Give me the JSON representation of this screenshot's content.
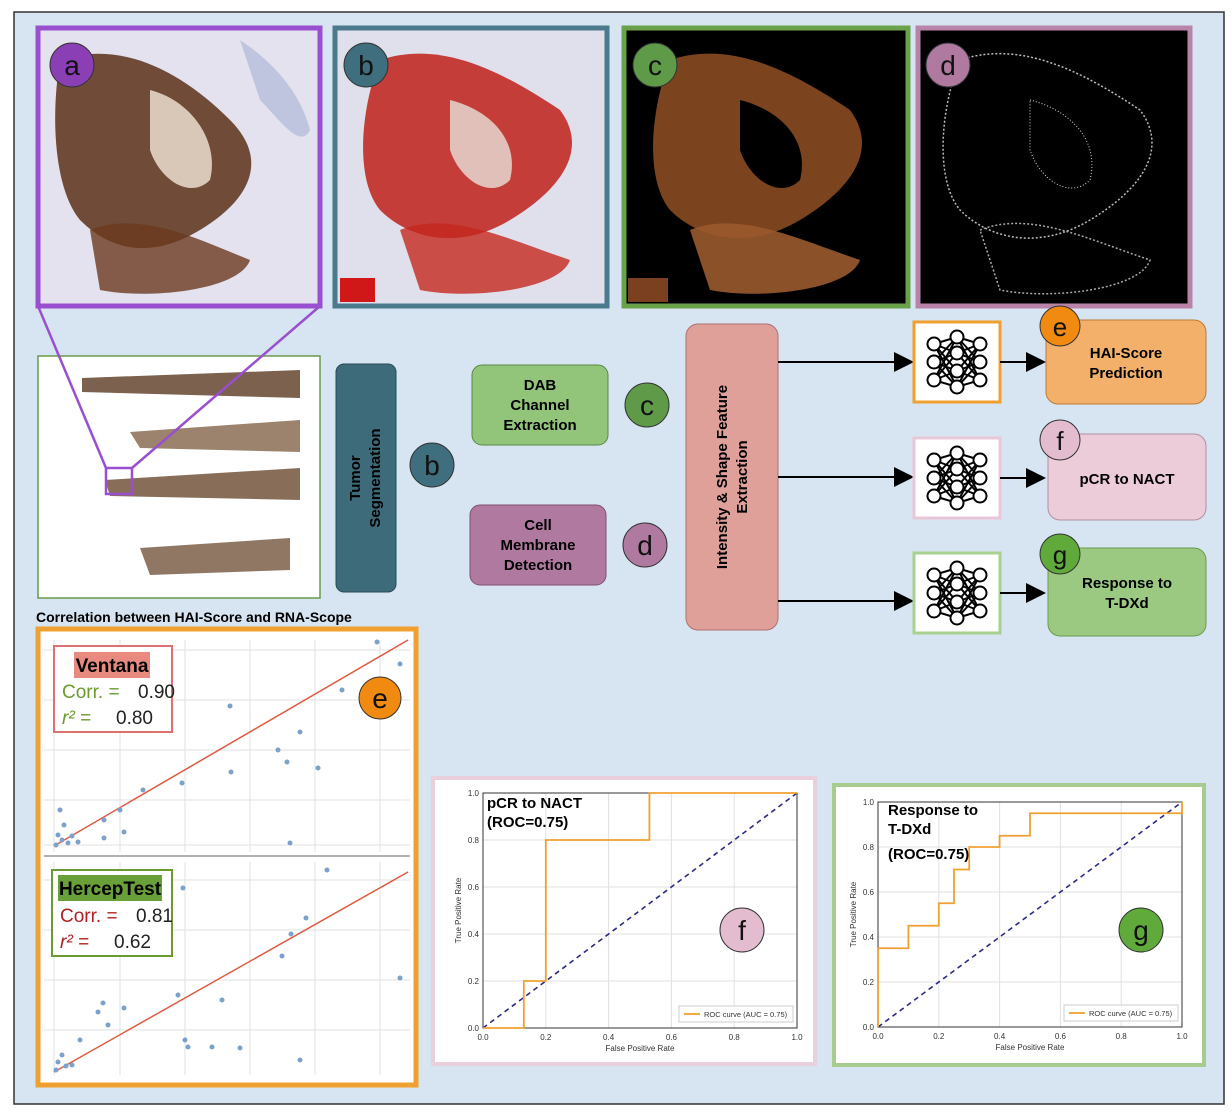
{
  "panel_labels": {
    "a": "a",
    "b": "b",
    "c": "c",
    "d": "d",
    "e": "e",
    "f": "f",
    "g": "g"
  },
  "pipeline": {
    "tumor_segmentation": [
      "Tumor",
      "Segmentation"
    ],
    "dab": [
      "DAB",
      "Channel",
      "Extraction"
    ],
    "cell": [
      "Cell",
      "Membrane",
      "Detection"
    ],
    "feature": [
      "Intensity & Shape Feature",
      "Extraction"
    ],
    "outputs": {
      "hai": [
        "HAI-Score",
        "Prediction"
      ],
      "pcr": [
        "pCR to NACT"
      ],
      "tdxd": [
        "Response to",
        "T-DXd"
      ]
    }
  },
  "correlation": {
    "title": "Correlation between HAI-Score and RNA-Scope",
    "ventana": {
      "name": "Ventana",
      "corr_label": "Corr. = ",
      "corr": "0.90",
      "r2_label": "r² = ",
      "r2": "0.80"
    },
    "hercep": {
      "name": "HercepTest",
      "corr_label": "Corr. = ",
      "corr": "0.81",
      "r2_label": "r² = ",
      "r2": "0.62"
    }
  },
  "roc_f": {
    "title": [
      "pCR  to NACT",
      "(ROC=0.75)"
    ],
    "xlabel": "False Positive Rate",
    "ylabel": "True Positive Rate",
    "legend": "ROC curve (AUC = 0.75)",
    "ticks": [
      "0.0",
      "0.2",
      "0.4",
      "0.6",
      "0.8",
      "1.0"
    ]
  },
  "roc_g": {
    "title": [
      "Response to",
      "T-DXd",
      "(ROC=0.75)"
    ],
    "xlabel": "False Positive Rate",
    "ylabel": "True Positive Rate",
    "legend": "ROC curve (AUC = 0.75)",
    "ticks": [
      "0.0",
      "0.2",
      "0.4",
      "0.6",
      "0.8",
      "1.0"
    ]
  },
  "colors": {
    "a": "#8b4fc0",
    "b": "#3d6b7d",
    "c": "#6b9a4a",
    "d": "#b07aa0",
    "e": "#f0a030",
    "f": "#e8c8d8",
    "g": "#8cbf6a"
  },
  "chart_data": [
    {
      "type": "line",
      "series": [
        {
          "x": [
            0,
            0.13,
            0.13,
            0.2,
            0.2,
            0.53,
            0.53,
            1.0
          ],
          "y": [
            0,
            0,
            0.2,
            0.2,
            0.8,
            0.8,
            1.0,
            1.0
          ]
        }
      ],
      "xlim": [
        0,
        1
      ],
      "ylim": [
        0,
        1
      ]
    },
    {
      "type": "line",
      "series": [
        {
          "x": [
            0,
            0,
            0.1,
            0.1,
            0.2,
            0.2,
            0.25,
            0.25,
            0.3,
            0.3,
            0.4,
            0.4,
            0.5,
            0.5,
            0.6,
            0.6,
            1.0,
            1.0
          ],
          "y": [
            0,
            0.35,
            0.35,
            0.45,
            0.45,
            0.55,
            0.55,
            0.7,
            0.7,
            0.8,
            0.8,
            0.85,
            0.85,
            0.95,
            0.95,
            0.95,
            0.95,
            1.0
          ]
        }
      ],
      "xlim": [
        0,
        1
      ],
      "ylim": [
        0,
        1
      ]
    }
  ]
}
